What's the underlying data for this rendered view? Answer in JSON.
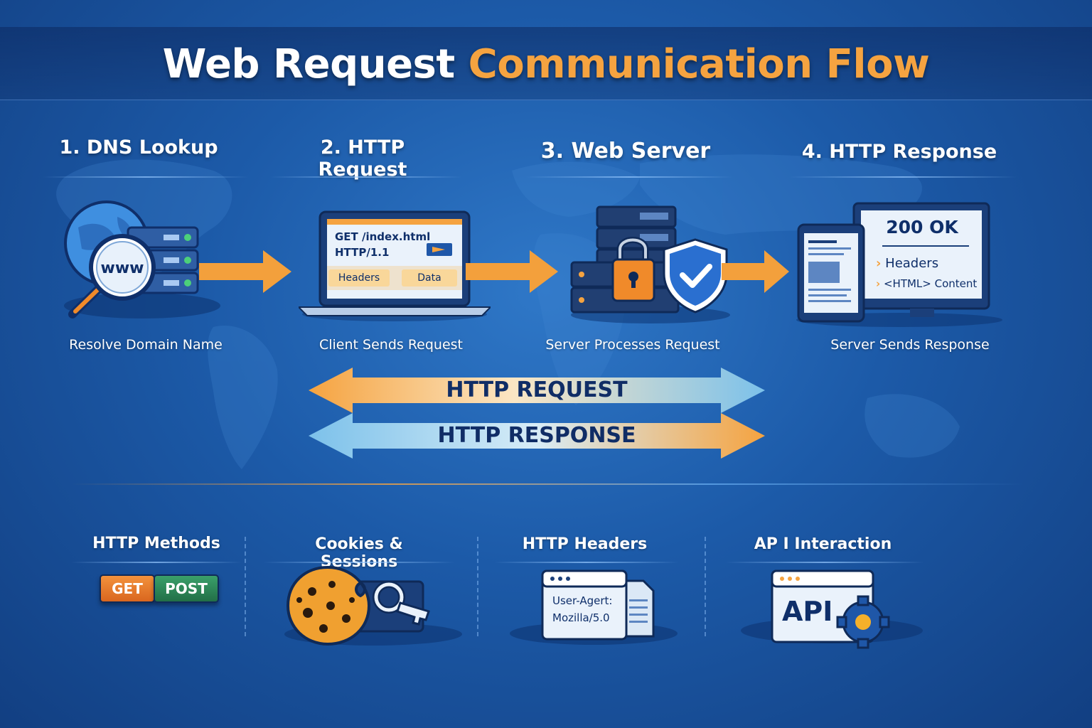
{
  "title": {
    "part1": "Web Request",
    "part2": "Communication Flow"
  },
  "steps": [
    {
      "title": "1. DNS Lookup",
      "caption": "Resolve Domain Name",
      "icon": "www"
    },
    {
      "title": "2. HTTP Request",
      "caption": "Client Sends Request"
    },
    {
      "title": "3. Web Server",
      "caption": "Server Processes Request"
    },
    {
      "title": "4. HTTP Response",
      "caption": "Server Sends Response"
    }
  ],
  "request_screen": {
    "line1": "GET /index.html",
    "line2": "HTTP/1.1",
    "headers": "Headers",
    "data": "Data"
  },
  "response_screen": {
    "status": "200 OK",
    "item1": "Headers",
    "item2": "<HTML> Content"
  },
  "flow_arrows": {
    "request": "HTTP REQUEST",
    "response": "HTTP RESPONSE"
  },
  "features": [
    {
      "title": "HTTP Methods",
      "get": "GET",
      "post": "POST"
    },
    {
      "title": "Cookies & Sessions"
    },
    {
      "title": "HTTP Headers",
      "line1": "User-Agert:",
      "line2": "Mozilla/5.0"
    },
    {
      "title": "AP I Interaction",
      "api": "API"
    }
  ],
  "colors": {
    "accent_orange": "#f5a340",
    "background_blue": "#1c5aa8",
    "get_button": "#e8792a",
    "post_button": "#2e8b5a"
  }
}
